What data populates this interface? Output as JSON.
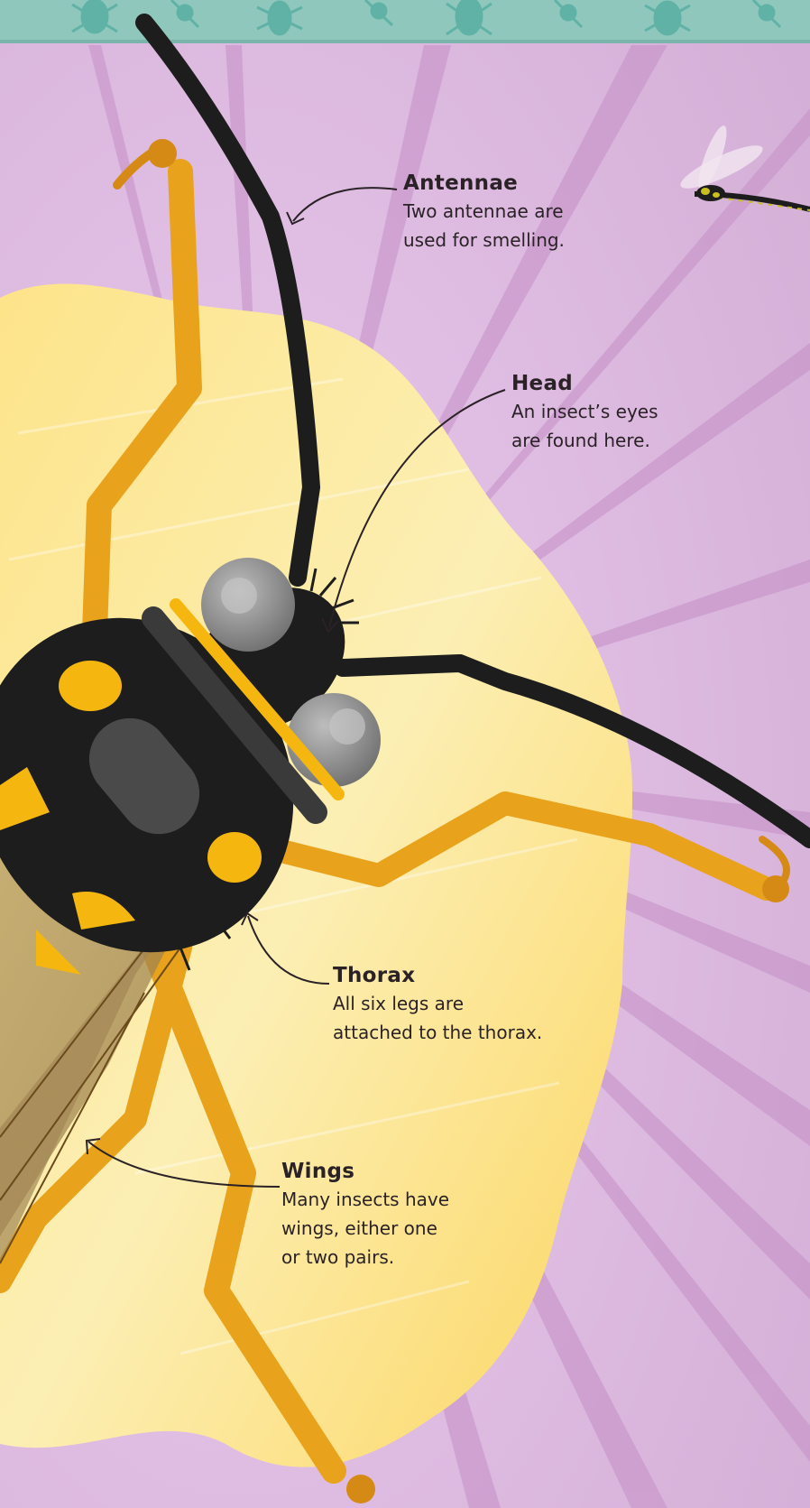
{
  "labels": {
    "antennae": {
      "title": "Antennae",
      "text": "Two antennae are\nused for smelling."
    },
    "head": {
      "title": "Head",
      "text": "An insect’s eyes\nare found here."
    },
    "thorax": {
      "title": "Thorax",
      "text": "All six legs are\nattached to the thorax."
    },
    "wings": {
      "title": "Wings",
      "text": "Many insects have\nwings, either one\nor two pairs."
    }
  },
  "icons": {
    "top_border_pattern": "insect-silhouette-icon",
    "flying_insect": "dragonfly-icon"
  },
  "colors": {
    "background": "#d9b8dc",
    "rays": "#c48fc6",
    "top_band": "#8fc7bd",
    "flower": "#fbd86a",
    "insect_black": "#1d1d1d",
    "insect_yellow": "#f5b70f",
    "legs": "#e8a21c",
    "text": "#2a2226"
  }
}
